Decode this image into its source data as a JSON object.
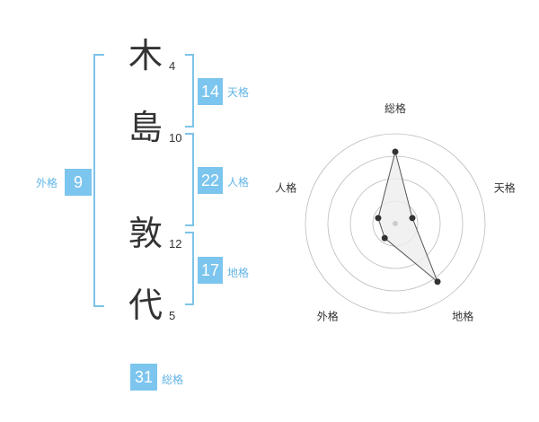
{
  "name": {
    "chars": [
      {
        "char": "木",
        "strokes": "4"
      },
      {
        "char": "島",
        "strokes": "10"
      },
      {
        "char": "敦",
        "strokes": "12"
      },
      {
        "char": "代",
        "strokes": "5"
      }
    ]
  },
  "kakusu": {
    "tenkaku": {
      "value": "14",
      "label": "天格"
    },
    "jinkaku": {
      "value": "22",
      "label": "人格"
    },
    "chikaku": {
      "value": "17",
      "label": "地格"
    },
    "gaikaku": {
      "value": "9",
      "label": "外格"
    },
    "soukaku": {
      "value": "31",
      "label": "総格"
    }
  },
  "chart_data": {
    "type": "radar",
    "axes": [
      "総格",
      "天格",
      "地格",
      "外格",
      "人格"
    ],
    "values": [
      4,
      1,
      4,
      1,
      1
    ],
    "rmax": 5,
    "rings": 4,
    "colors": {
      "ring": "#bbbbbb",
      "fill": "#eeeeee",
      "line": "#555555",
      "point": "#333333",
      "center": "#cccccc"
    }
  }
}
